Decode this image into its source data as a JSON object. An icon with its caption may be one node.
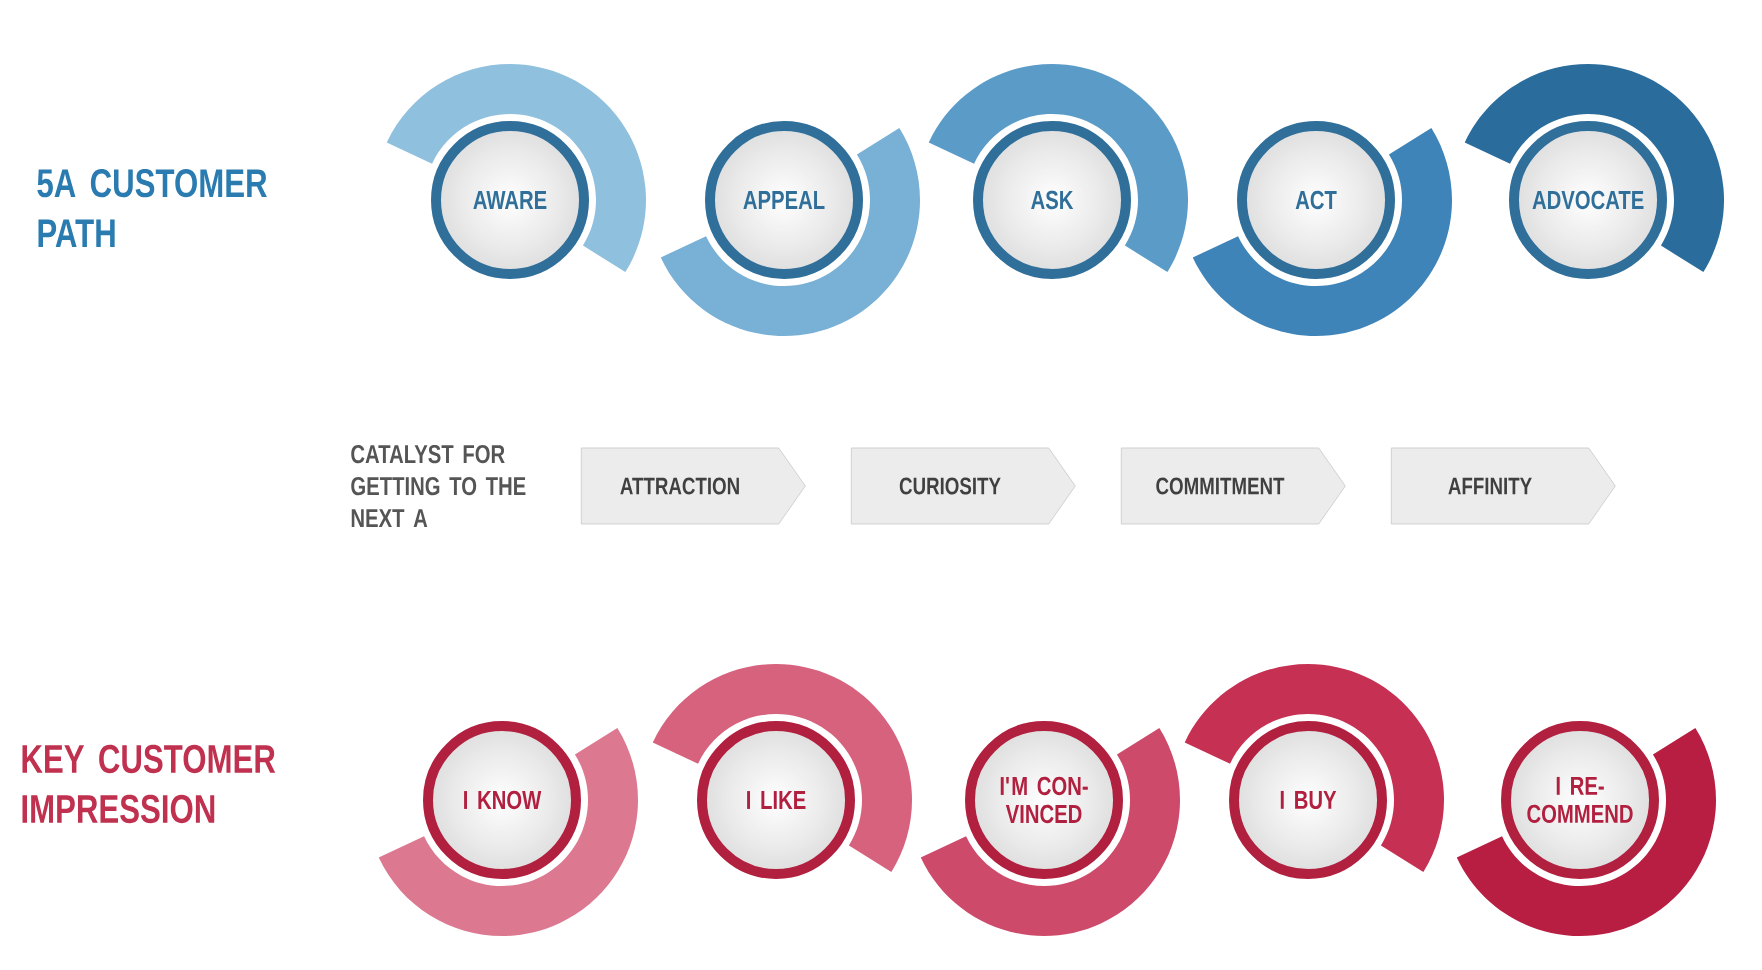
{
  "diagram": {
    "nodes": [
      {
        "text": [
          "AWARE"
        ]
      },
      {
        "text": [
          "APPEAL"
        ]
      },
      {
        "text": [
          "ASK"
        ]
      },
      {
        "text": [
          "ACT"
        ]
      },
      {
        "text": [
          "ADVOCATE"
        ]
      },
      {
        "text": [
          "ATTRACTION"
        ]
      },
      {
        "text": [
          "CURIOSITY"
        ]
      },
      {
        "text": [
          "COMMITMENT"
        ]
      },
      {
        "text": [
          "AFFINITY"
        ]
      },
      {
        "text": [
          "I KNOW"
        ]
      },
      {
        "text": [
          "I LIKE"
        ]
      },
      {
        "text": [
          "I'M CON- VINCED"
        ]
      },
      {
        "text": [
          "I BUY"
        ]
      },
      {
        "text": [
          "I RE- COMMEND"
        ]
      }
    ],
    "labels": [
      "5A CUSTOMER PATH",
      "CATALYST FOR GETTING TO THE NEXT A",
      "KEY CUSTOMER IMPRESSION"
    ]
  }
}
